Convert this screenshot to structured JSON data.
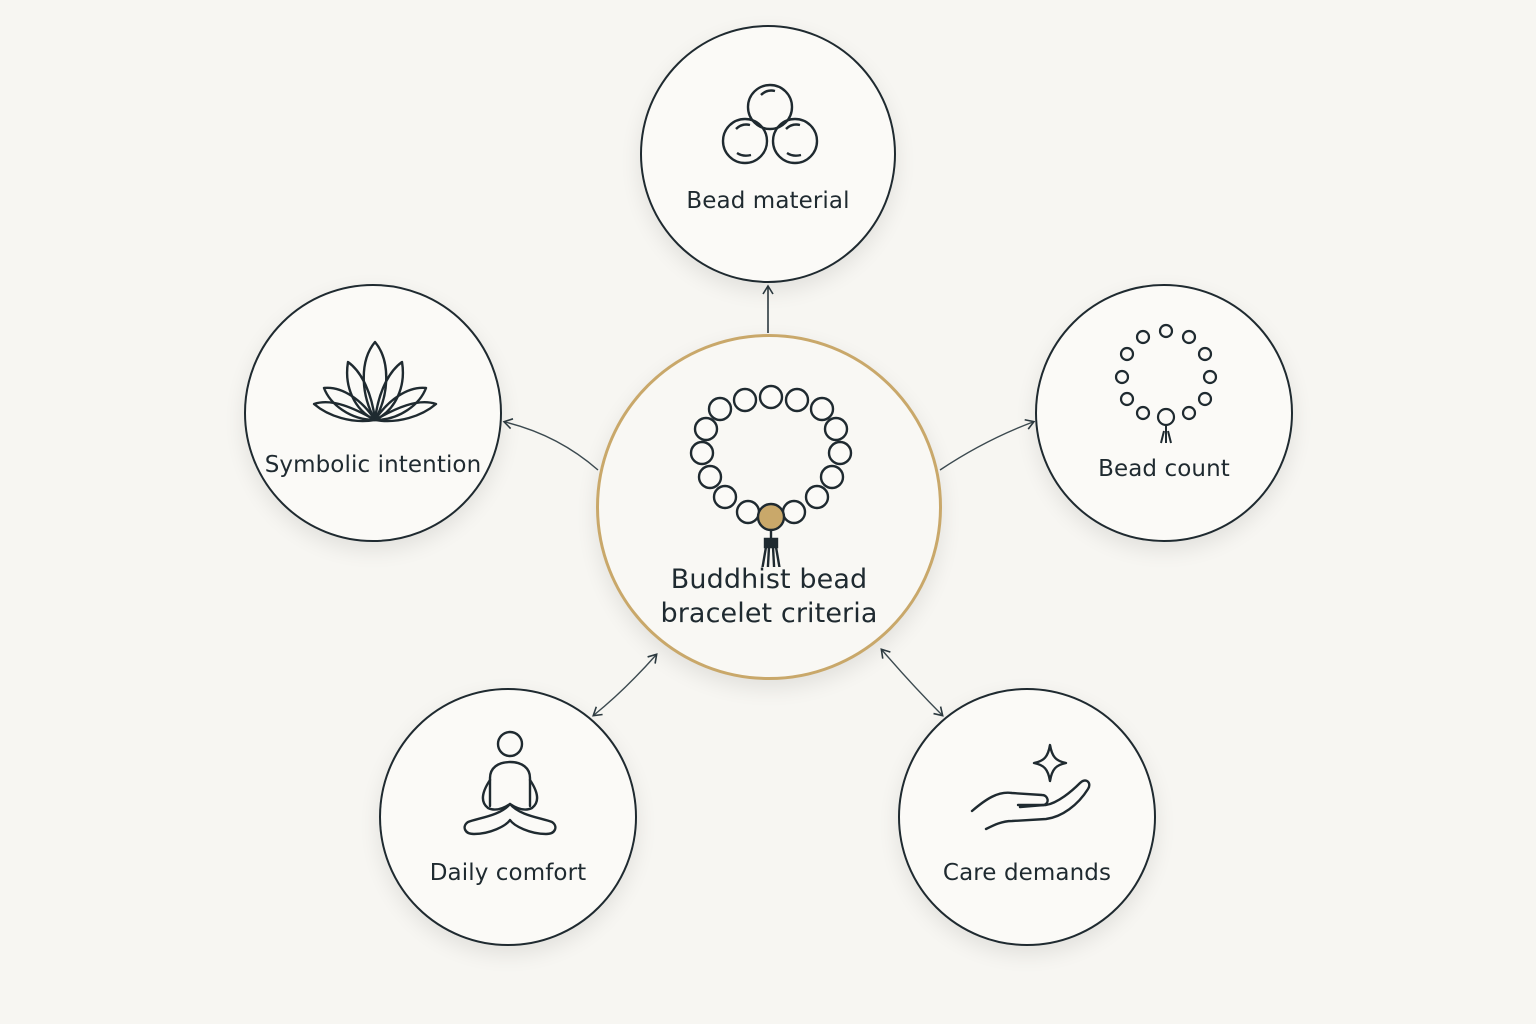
{
  "center": {
    "title_line1": "Buddhist bead",
    "title_line2": "bracelet criteria",
    "icon": "mala-bracelet-icon"
  },
  "nodes": [
    {
      "id": "bead-material",
      "label": "Bead material",
      "icon": "beads-icon"
    },
    {
      "id": "bead-count",
      "label": "Bead count",
      "icon": "bead-ring-icon"
    },
    {
      "id": "care-demands",
      "label": "Care demands",
      "icon": "hand-sparkle-icon"
    },
    {
      "id": "daily-comfort",
      "label": "Daily comfort",
      "icon": "meditating-person-icon"
    },
    {
      "id": "symbolic-intention",
      "label": "Symbolic intention",
      "icon": "lotus-icon"
    }
  ],
  "colors": {
    "background": "#f7f6f2",
    "ink": "#1f2a30",
    "accent_gold": "#c9a86a",
    "line": "#3c4a50"
  }
}
